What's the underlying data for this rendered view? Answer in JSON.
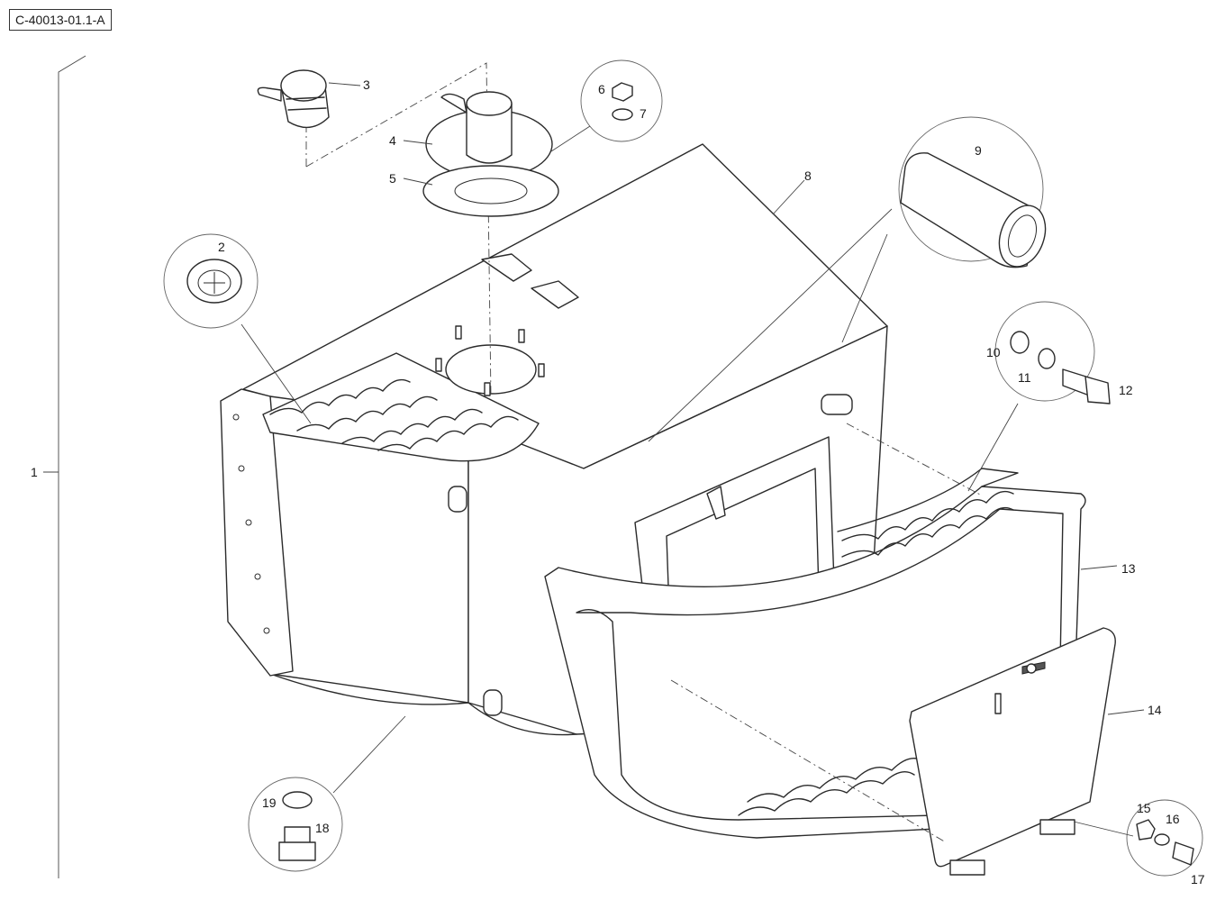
{
  "diagram": {
    "reference_code": "C-40013-01.1-A",
    "callouts": [
      "1",
      "2",
      "3",
      "4",
      "5",
      "6",
      "7",
      "8",
      "9",
      "10",
      "11",
      "12",
      "13",
      "14",
      "15",
      "16",
      "17",
      "18",
      "19"
    ]
  }
}
